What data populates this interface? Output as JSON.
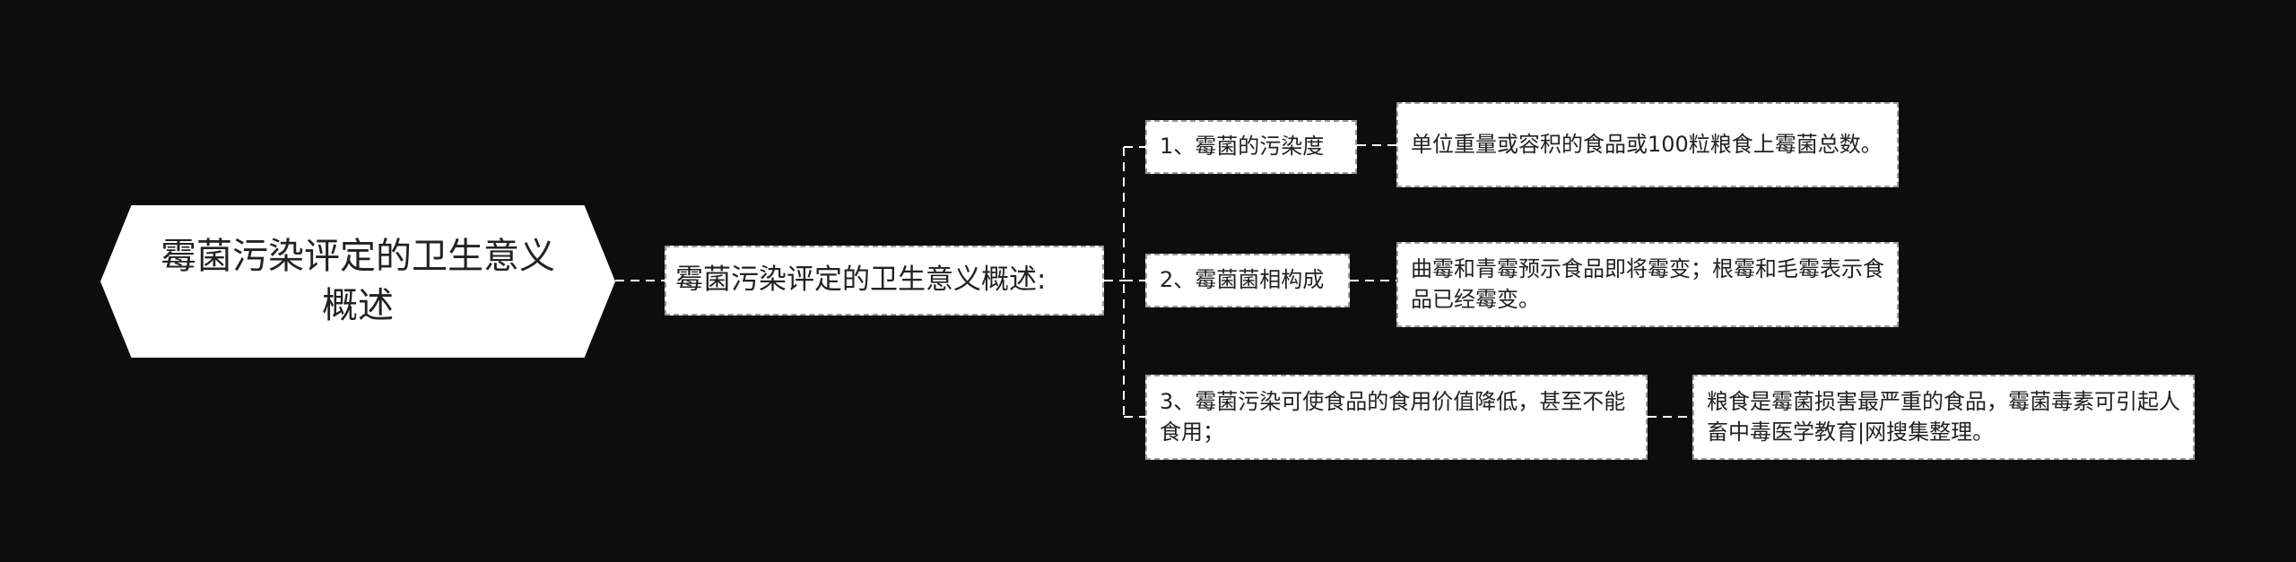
{
  "mindmap": {
    "root": {
      "label": "霉菌污染评定的卫生意义概述"
    },
    "main": {
      "label": "霉菌污染评定的卫生意义概述:"
    },
    "branches": [
      {
        "label": "1、霉菌的污染度",
        "detail": "单位重量或容积的食品或100粒粮食上霉菌总数。"
      },
      {
        "label": "2、霉菌菌相构成",
        "detail": "曲霉和青霉预示食品即将霉变；根霉和毛霉表示食品已经霉变。"
      },
      {
        "label": "3、霉菌污染可使食品的食用价值降低，甚至不能食用；",
        "detail": "粮食是霉菌损害最严重的食品，霉菌毒素可引起人畜中毒医学教育|网搜集整理。"
      }
    ]
  },
  "colors": {
    "background": "#0e0d0d",
    "node_fill": "#ffffff",
    "text": "#222222",
    "connector": "#ffffff",
    "node_border": "#9a9a9a"
  }
}
